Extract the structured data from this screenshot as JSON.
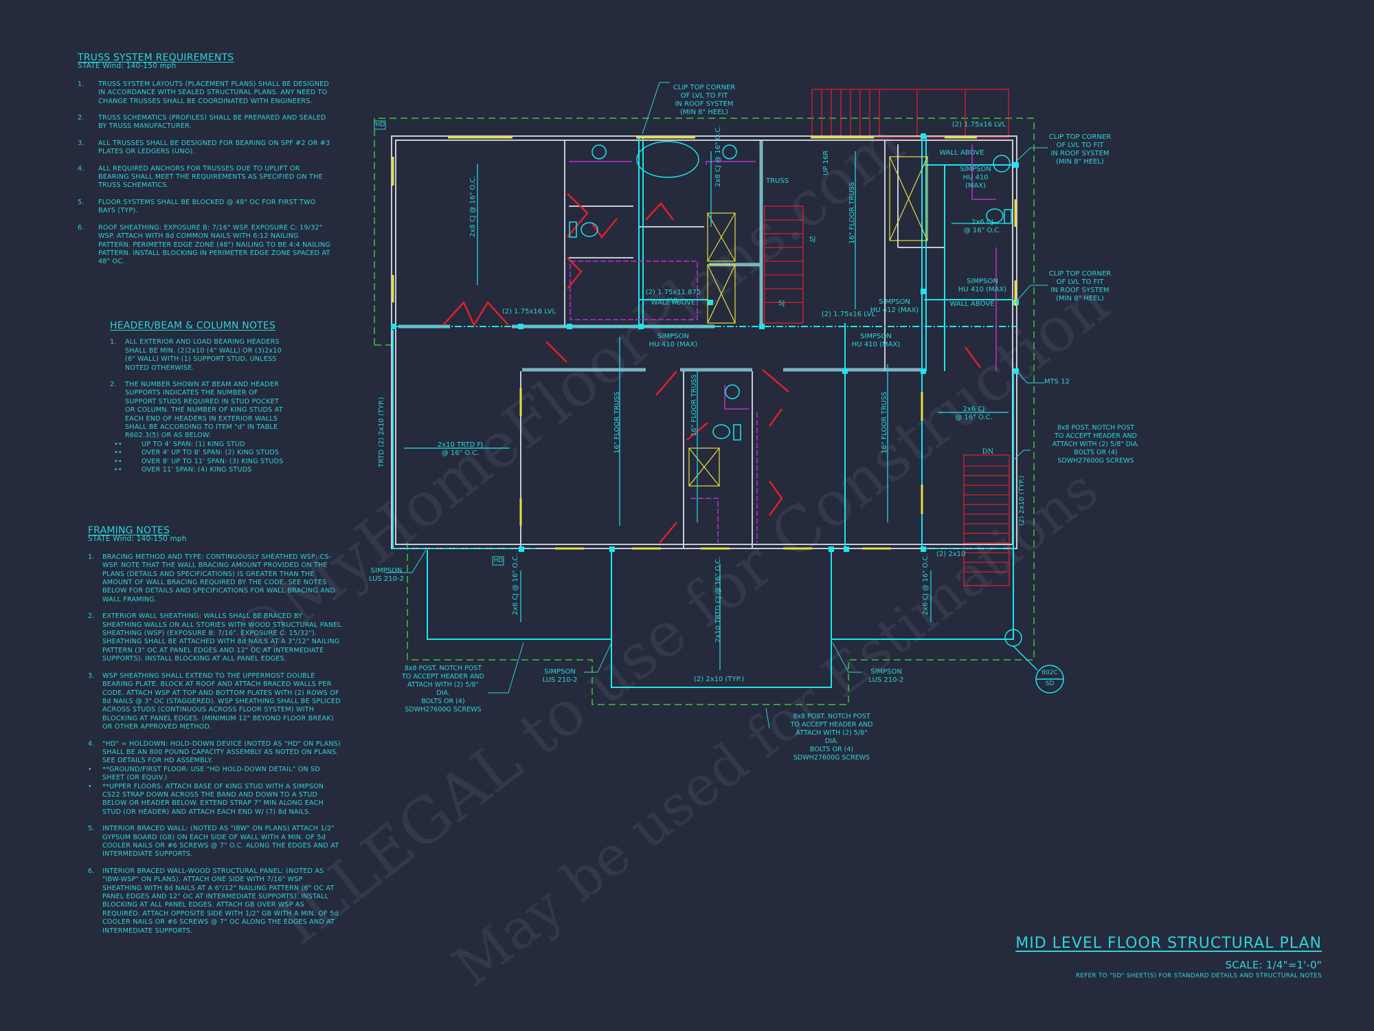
{
  "truss_notes": {
    "title": "TRUSS SYSTEM REQUIREMENTS",
    "subtitle": "STATE Wind: 140-150 mph",
    "items": [
      {
        "num": "1.",
        "text": "TRUSS SYSTEM LAYOUTS (PLACEMENT PLANS) SHALL BE DESIGNED IN ACCORDANCE WITH SEALED STRUCTURAL PLANS. ANY NEED TO CHANGE TRUSSES SHALL BE COORDINATED WITH ENGINEERS."
      },
      {
        "num": "2.",
        "text": "TRUSS SCHEMATICS (PROFILES) SHALL BE PREPARED AND SEALED BY TRUSS MANUFACTURER."
      },
      {
        "num": "3.",
        "text": "ALL TRUSSES SHALL BE DESIGNED FOR BEARING ON SPF #2 OR #3 PLATES OR LEDGERS (UNO)."
      },
      {
        "num": "4.",
        "text": "ALL REQUIRED ANCHORS FOR TRUSSES DUE TO UPLIFT OR BEARING SHALL MEET THE REQUIREMENTS AS SPECIFIED ON THE TRUSS SCHEMATICS."
      },
      {
        "num": "5.",
        "text": "FLOOR SYSTEMS SHALL BE BLOCKED @ 48\" OC FOR FIRST TWO BAYS (TYP)."
      },
      {
        "num": "6.",
        "text": "ROOF SHEATHING: EXPOSURE B: 7/16\" WSP. EXPOSURE C: 19/32\" WSP. ATTACH WITH 8d COMMON NAILS WITH 6:12 NAILING PATTERN. PERIMETER EDGE ZONE (48\") NAILING TO BE 4:4 NAILING PATTERN. INSTALL BLOCKING IN PERIMETER EDGE ZONE SPACED AT 48\" OC."
      }
    ]
  },
  "header_notes": {
    "title": "HEADER/BEAM & COLUMN NOTES",
    "items": [
      {
        "num": "1.",
        "text": "ALL EXTERIOR AND LOAD BEARING HEADERS SHALL BE MIN. (2)2x10 (4\" WALL) OR (3)2x10 (6\" WALL) WITH (1) SUPPORT STUD, UNLESS NOTED OTHERWISE."
      },
      {
        "num": "2.",
        "text": "THE NUMBER SHOWN AT BEAM AND HEADER SUPPORTS INDICATES THE NUMBER OF SUPPORT STUDS REQUIRED IN STUD POCKET OR COLUMN. THE NUMBER OF KING STUDS AT EACH END OF HEADERS IN EXTERIOR WALLS SHALL BE ACCORDING TO ITEM \"d\" IN TABLE R602.3(5) OR AS BELOW:"
      }
    ],
    "bullets": [
      "UP TO 4' SPAN: (1) KING STUD",
      "OVER 4' UP TO 8' SPAN: (2) KING STUDS",
      "OVER 8' UP TO 11' SPAN: (3) KING STUDS",
      "OVER 11' SPAN: (4) KING STUDS"
    ]
  },
  "framing_notes": {
    "title": "FRAMING NOTES",
    "subtitle": "STATE Wind: 140-150 mph",
    "items": [
      {
        "num": "1.",
        "text": "BRACING METHOD AND TYPE: CONTINUOUSLY SHEATHED WSP: CS-WSP. NOTE THAT THE WALL BRACING AMOUNT PROVIDED ON THE PLANS (DETAILS AND SPECIFICATIONS) IS GREATER THAN THE AMOUNT OF WALL BRACING REQUIRED BY THE CODE. SEE NOTES BELOW FOR DETAILS AND SPECIFICATIONS FOR WALL BRACING AND WALL FRAMING."
      },
      {
        "num": "2.",
        "text": "EXTERIOR WALL SHEATHING: WALLS SHALL BE BRACED BY SHEATHING WALLS ON ALL STORIES WITH WOOD STRUCTURAL PANEL SHEATHING (WSP) (EXPOSURE B: 7/16\". EXPOSURE C: 15/32\"). SHEATHING SHALL BE ATTACHED WITH 8d NAILS AT A 3\"/12\" NAILING PATTERN (3\" OC AT PANEL EDGES AND 12\" OC AT INTERMEDIATE SUPPORTS). INSTALL BLOCKING AT ALL PANEL EDGES."
      },
      {
        "num": "3.",
        "text": "WSP SHEATHING SHALL EXTEND TO THE UPPERMOST DOUBLE BEARING PLATE. BLOCK AT ROOF AND ATTACH BRACED WALLS PER CODE. ATTACH WSP AT TOP AND BOTTOM PLATES WITH (2) ROWS OF 8d NAILS @ 3\" OC (STAGGERED). WSP SHEATHING SHALL BE SPLICED ACROSS STUDS (CONTINUOUS ACROSS FLOOR SYSTEM) WITH BLOCKING AT PANEL EDGES. (MINIMUM 12\" BEYOND FLOOR BREAK) OR OTHER APPROVED METHOD."
      },
      {
        "num": "4.",
        "text": "\"HD\" = HOLDOWN: HOLD-DOWN DEVICE (NOTED AS \"HD\" ON PLANS) SHALL BE AN 800 POUND CAPACITY ASSEMBLY AS NOTED ON PLANS. SEE DETAILS FOR HD ASSEMBLY."
      }
    ],
    "sub_bullets": [
      "**GROUND/FIRST FLOOR: USE \"HD HOLD-DOWN DETAIL\" ON SD SHEET (OR EQUIV.)",
      "**UPPER FLOORS: ATTACH BASE OF KING STUD WITH A SIMPSON CS22 STRAP DOWN ACROSS THE BAND AND DOWN TO A STUD BELOW OR HEADER BELOW. EXTEND STRAP 7\" MIN ALONG EACH STUD (OR HEADER) AND ATTACH EACH END W/ (7) 8d NAILS."
    ],
    "items_after": [
      {
        "num": "5.",
        "text": "INTERIOR BRACED WALL: (NOTED AS \"IBW\" ON PLANS) ATTACH 1/2\" GYPSUM BOARD (GB) ON EACH SIDE OF WALL WITH A MIN. OF 5d COOLER NAILS OR #6 SCREWS @ 7\" O.C. ALONG THE EDGES AND AT INTERMEDIATE SUPPORTS."
      },
      {
        "num": "6.",
        "text": "INTERIOR BRACED WALL-WOOD STRUCTURAL PANEL: (NOTED AS \"IBW-WSP\" ON PLANS). ATTACH ONE SIDE WITH 7/16\" WSP SHEATHING WITH 8d NAILS AT A 6\"/12\" NAILING PATTERN (6\" OC AT PANEL EDGES AND 12\" OC AT INTERMEDIATE SUPPORTS). INSTALL BLOCKING AT ALL PANEL EDGES. ATTACH GB OVER WSP AS REQUIRED. ATTACH OPPOSITE SIDE WITH 1/2\" GB WITH A MIN. OF 5d COOLER NAILS OR #6 SCREWS @ 7\" OC ALONG THE EDGES AND AT INTERMEDIATE SUPPORTS."
      }
    ]
  },
  "plan_labels": {
    "clip_top_1": "CLIP TOP CORNER\nOF LVL TO FIT\nIN ROOF SYSTEM\n(MIN 8\" HEEL)",
    "clip_top_2": "CLIP TOP CORNER\nOF LVL TO FIT\nIN ROOF SYSTEM\n(MIN 8\" HEEL)",
    "clip_top_3": "CLIP TOP CORNER\nOF LVL TO FIT\nIN ROOF SYSTEM\n(MIN 8\" HEEL)",
    "lvl_top_right": "(2) 1.75x16 LVL",
    "wall_above_1": "WALL ABOVE",
    "simpson_hu410_1": "SIMPSON\nHU 410\n(MAX)",
    "wall_above_2": "WALL ABOVE",
    "cj_2x6_a": "2x6 CJ\n@ 16\" O.C.",
    "simpson_hu410_2": "SIMPSON\nHU 410 (MAX)",
    "wall_above_3": "WALL ABOVE",
    "simpson_hu412": "SIMPSON\nHU 412 (MAX)",
    "lvl_mid_left": "(2) 1.75x16 LVL",
    "lvl_mid_right": "(2) 1.75x16 LVL",
    "lvl_11875": "(2) 1.75x11.875 LVL",
    "wall_above_4": "WALL ABOVE",
    "simpson_hu410_3": "SIMPSON\nHU 410 (MAX)",
    "simpson_hu410_4": "SIMPSON\nHU 410 (MAX)",
    "mts12": "MTS 12",
    "cj_2x6_b": "2x6 CJ\n@ 16\" O.C.",
    "post_right": "8x8 POST. NOTCH POST\nTO ACCEPT HEADER AND\nATTACH WITH (2) 5/8\" DIA.\nBOLTS OR (4)\nSDWH27600G SCREWS",
    "dn": "DN",
    "up_16r": "UP 16R",
    "truss": "TRUSS",
    "sj_1": "SJ",
    "sj_2": "SJ",
    "floor_truss": "16\" FLOOR\nTRUSS",
    "trtd_fj": "2x10 TRTD FJ\n@ 16\" O.C.",
    "trtd_left": "TRTD\n(2) 2x10 (TYP.)",
    "two_2x10_right": "(2) 2x10 (TYP.)",
    "two_2x10_bottom": "(2) 2x10",
    "two_2x10_typ": "(2) 2x10 (TYP.)",
    "simpson_lus_1": "SIMPSON\nLUS 210-2",
    "simpson_lus_2": "SIMPSON\nLUS 210-2",
    "simpson_lus_3": "SIMPSON\nLUS 210-2",
    "post_bottom_left": "8x8 POST. NOTCH POST\nTO ACCEPT HEADER AND\nATTACH WITH (2) 5/8\" DIA.\nBOLTS OR (4)\nSDWH27600G SCREWS",
    "post_bottom_mid": "8x8 POST. NOTCH POST\nTO ACCEPT HEADER AND\nATTACH WITH (2) 5/8\" DIA.\nBOLTS OR (4)\nSDWH27600G SCREWS",
    "cj_2x8_a": "2x8 CJ\n@ 16\" O.C.",
    "cj_2x8_b": "2x8 CJ\n@ 16\" O.C.",
    "cj_2x6_c": "2x6 CJ\n@ 16\" O.C.",
    "cj_2x10_trtd": "2x10 TRTD CJ\n@ 16\" O.C.",
    "cj_2x6_d": "2x6 CJ\n@ 16\" O.C.",
    "hd_1": "HD",
    "hd_2": "HD",
    "detail_num": "802C",
    "detail_sheet": "SD"
  },
  "title_block": {
    "title": "MID LEVEL FLOOR STRUCTURAL PLAN",
    "scale": "SCALE: 1/4\"=1'-0\"",
    "refer": "REFER TO \"SD\" SHEET(S) FOR STANDARD DETAILS AND STRUCTURAL NOTES"
  },
  "watermark": {
    "line1": "©MyHomeFloorPlans.com",
    "line2": "ILLEGAL to use for Construction",
    "line3": "May be used for Estimations"
  },
  "colors": {
    "background": "#252a3d",
    "text_cyan": "#2fd5d8",
    "wall_gray": "#c8ccd6",
    "beam_cyan": "#1ee6ee",
    "door_red": "#e0202a",
    "window_yellow": "#e8e040",
    "fixture_magenta": "#c030d0",
    "overhang_green": "#3cc83c"
  }
}
